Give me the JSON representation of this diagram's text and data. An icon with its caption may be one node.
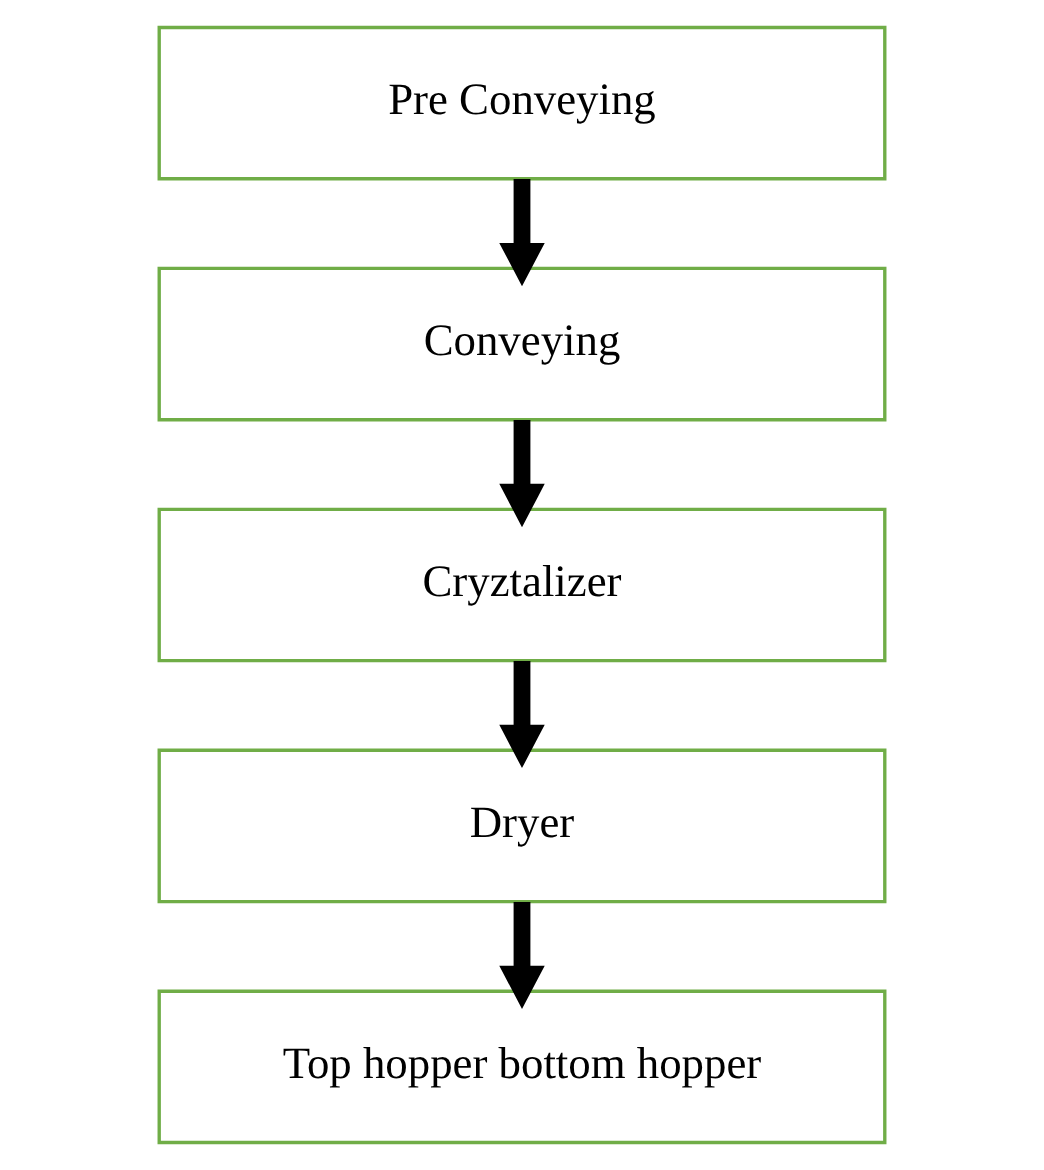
{
  "diagram": {
    "nodes": [
      {
        "text": [
          "Pre Conveying"
        ]
      },
      {
        "text": [
          "Conveying"
        ]
      },
      {
        "text": [
          "Cryztalizer"
        ]
      },
      {
        "text": [
          "Dryer"
        ]
      },
      {
        "text": [
          "Top hopper bottom hopper"
        ]
      }
    ],
    "edges": [
      {
        "from": 0,
        "to": 1,
        "arrow": "to"
      },
      {
        "from": 1,
        "to": 2,
        "arrow": "to"
      },
      {
        "from": 2,
        "to": 3,
        "arrow": "to"
      },
      {
        "from": 3,
        "to": 4,
        "arrow": "to"
      }
    ]
  }
}
